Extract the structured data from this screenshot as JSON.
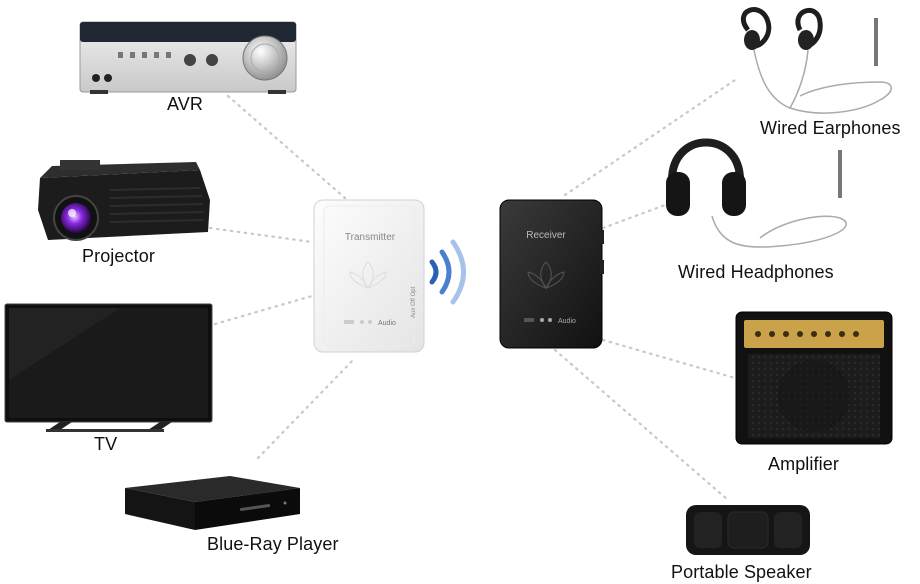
{
  "hub": {
    "transmitter_label": "Transmitter",
    "receiver_label": "Receiver",
    "audio_label": "Audio",
    "aux_label": "Aux Off Opt"
  },
  "sources": [
    {
      "id": "avr",
      "label": "AVR"
    },
    {
      "id": "projector",
      "label": "Projector"
    },
    {
      "id": "tv",
      "label": "TV"
    },
    {
      "id": "bluray",
      "label": "Blue-Ray Player"
    }
  ],
  "outputs": [
    {
      "id": "earphones",
      "label": "Wired Earphones"
    },
    {
      "id": "headphones",
      "label": "Wired Headphones"
    },
    {
      "id": "amplifier",
      "label": "Amplifier"
    },
    {
      "id": "speaker",
      "label": "Portable Speaker"
    }
  ],
  "colors": {
    "connector": "#c8c8c8",
    "wireless": "#4a7fd0"
  }
}
